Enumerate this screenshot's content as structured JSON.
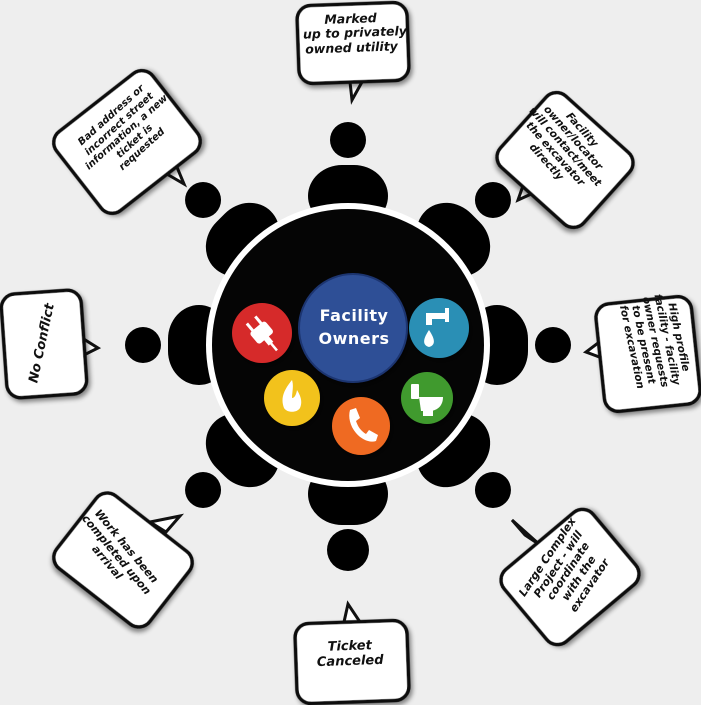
{
  "center": {
    "title_line1": "Facility",
    "title_line2": "Owners"
  },
  "colors": {
    "background": "#eeeeee",
    "seat": "#000000",
    "table": "#050505",
    "table_ring": "#ffffff",
    "logo_blue": "#2f4f96",
    "power_red": "#d62a2a",
    "water_teal": "#2a8fb5",
    "sewer_green": "#3f9a2e",
    "gas_yellow": "#f2c21c",
    "phone_orange": "#ef6a22"
  },
  "icons": [
    "power-plug-icon",
    "water-faucet-icon",
    "toilet-icon",
    "gas-flame-icon",
    "telephone-icon"
  ],
  "bubbles": {
    "top": "Marked\nup to privately\nowned utility",
    "top_right": "Facility\nowner/locator\nwill contact/meet\nthe excavator\ndirectly",
    "right": "High profile\nfacility - facility\nowner requests\nto be present\nfor excavation",
    "bottom_right": "Large Complex\nProject - will\ncoordinate\nwith the\nexcavator",
    "bottom": "Ticket\nCanceled",
    "bottom_left": "Work has been\ncompleted upon\narrival",
    "left": "No Conflict",
    "top_left": "Bad address or\nincorrect street\ninformation, a new\nticket is\nrequested"
  }
}
